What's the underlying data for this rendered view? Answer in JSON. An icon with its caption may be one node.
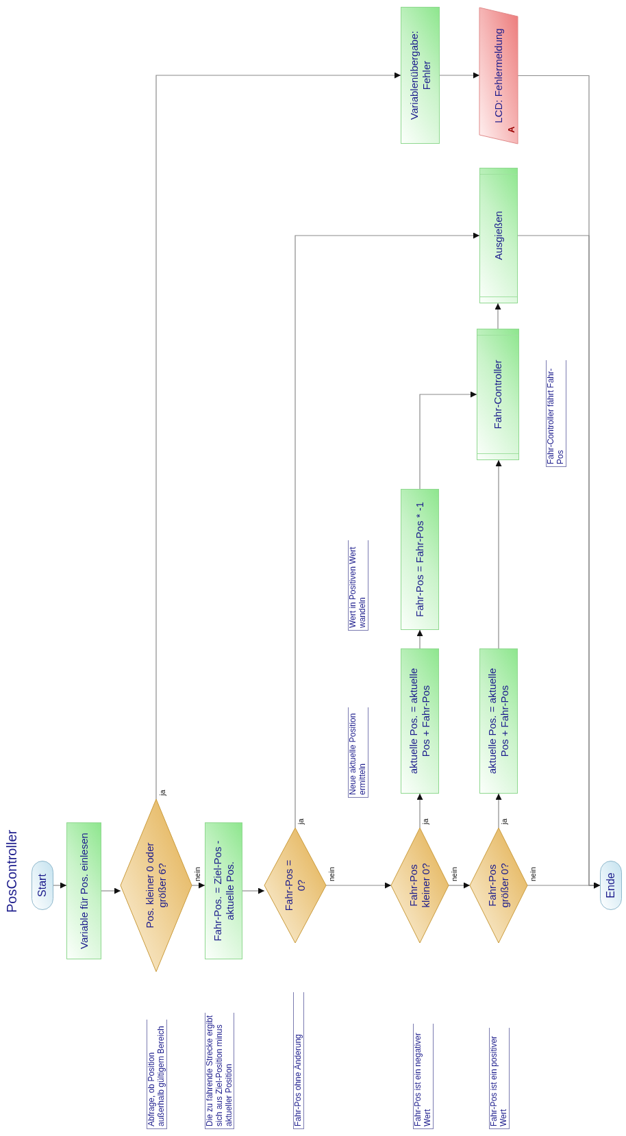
{
  "diagram": {
    "title": "PosController",
    "nodes": [
      {
        "text": [
          "Start"
        ]
      },
      {
        "text": [
          "Variable für Pos. einlesen"
        ]
      },
      {
        "text": [
          "Pos. kleiner 0 oder größer 6?"
        ]
      },
      {
        "text": [
          "Fahr-Pos. = Ziel-Pos - aktuelle Pos."
        ]
      },
      {
        "text": [
          "Fahr-Pos = 0?"
        ]
      },
      {
        "text": [
          "Fahr-Pos kleiner 0?"
        ]
      },
      {
        "text": [
          "aktuelle Pos. = aktuelle Pos + Fahr-Pos"
        ]
      },
      {
        "text": [
          "Fahr-Pos = Fahr-Pos * -1"
        ]
      },
      {
        "text": [
          "Fahr-Pos größer 0?"
        ]
      },
      {
        "text": [
          "aktuelle Pos. = aktuelle Pos + Fahr-Pos"
        ]
      },
      {
        "text": [
          "Fahr-Controller"
        ]
      },
      {
        "text": [
          "Ausgießen"
        ]
      },
      {
        "text": [
          "Variablenübergabe: Fehler"
        ]
      },
      {
        "text": [
          "LCD: Fehlermeldung",
          "A"
        ]
      },
      {
        "text": [
          "Ende"
        ]
      }
    ],
    "edges": [
      {
        "from": 0,
        "to": 1,
        "arrow": "to"
      },
      {
        "from": 1,
        "to": 2,
        "arrow": "to"
      },
      {
        "from": 2,
        "to": 3,
        "arrow": "to",
        "label": "nein"
      },
      {
        "from": 2,
        "to": 12,
        "arrow": "to",
        "label": "ja"
      },
      {
        "from": 3,
        "to": 4,
        "arrow": "to"
      },
      {
        "from": 4,
        "to": 5,
        "arrow": "to",
        "label": "nein"
      },
      {
        "from": 4,
        "to": 11,
        "arrow": "to",
        "label": "ja"
      },
      {
        "from": 5,
        "to": 6,
        "arrow": "to",
        "label": "ja"
      },
      {
        "from": 5,
        "to": 8,
        "arrow": "to",
        "label": "nein"
      },
      {
        "from": 6,
        "to": 7,
        "arrow": "to"
      },
      {
        "from": 7,
        "to": 10,
        "arrow": "to"
      },
      {
        "from": 8,
        "to": 9,
        "arrow": "to",
        "label": "ja"
      },
      {
        "from": 8,
        "to": 14,
        "arrow": "to",
        "label": "nein"
      },
      {
        "from": 9,
        "to": 10,
        "arrow": "to"
      },
      {
        "from": 10,
        "to": 11,
        "arrow": "to"
      },
      {
        "from": 11,
        "to": 14,
        "arrow": "to"
      },
      {
        "from": 12,
        "to": 13,
        "arrow": "to"
      },
      {
        "from": 13,
        "to": 14,
        "arrow": "to"
      }
    ],
    "labels": [
      "Abfrage, ob Position außerhalb gültigem Bereich",
      "Die zu fahrende Strecke ergibt sich aus Ziel-Position minus aktueller Position",
      "Fahr-Pos ohne Änderung",
      "Neue aktuelle Position ermitteln",
      "Wert in Positiven Wert wandeln",
      "Fahr-Pos ist ein negativer Wert",
      "Fahr-Pos ist ein positiver Wert",
      "Fahr-Controller fährt Fahr-Pos"
    ]
  }
}
